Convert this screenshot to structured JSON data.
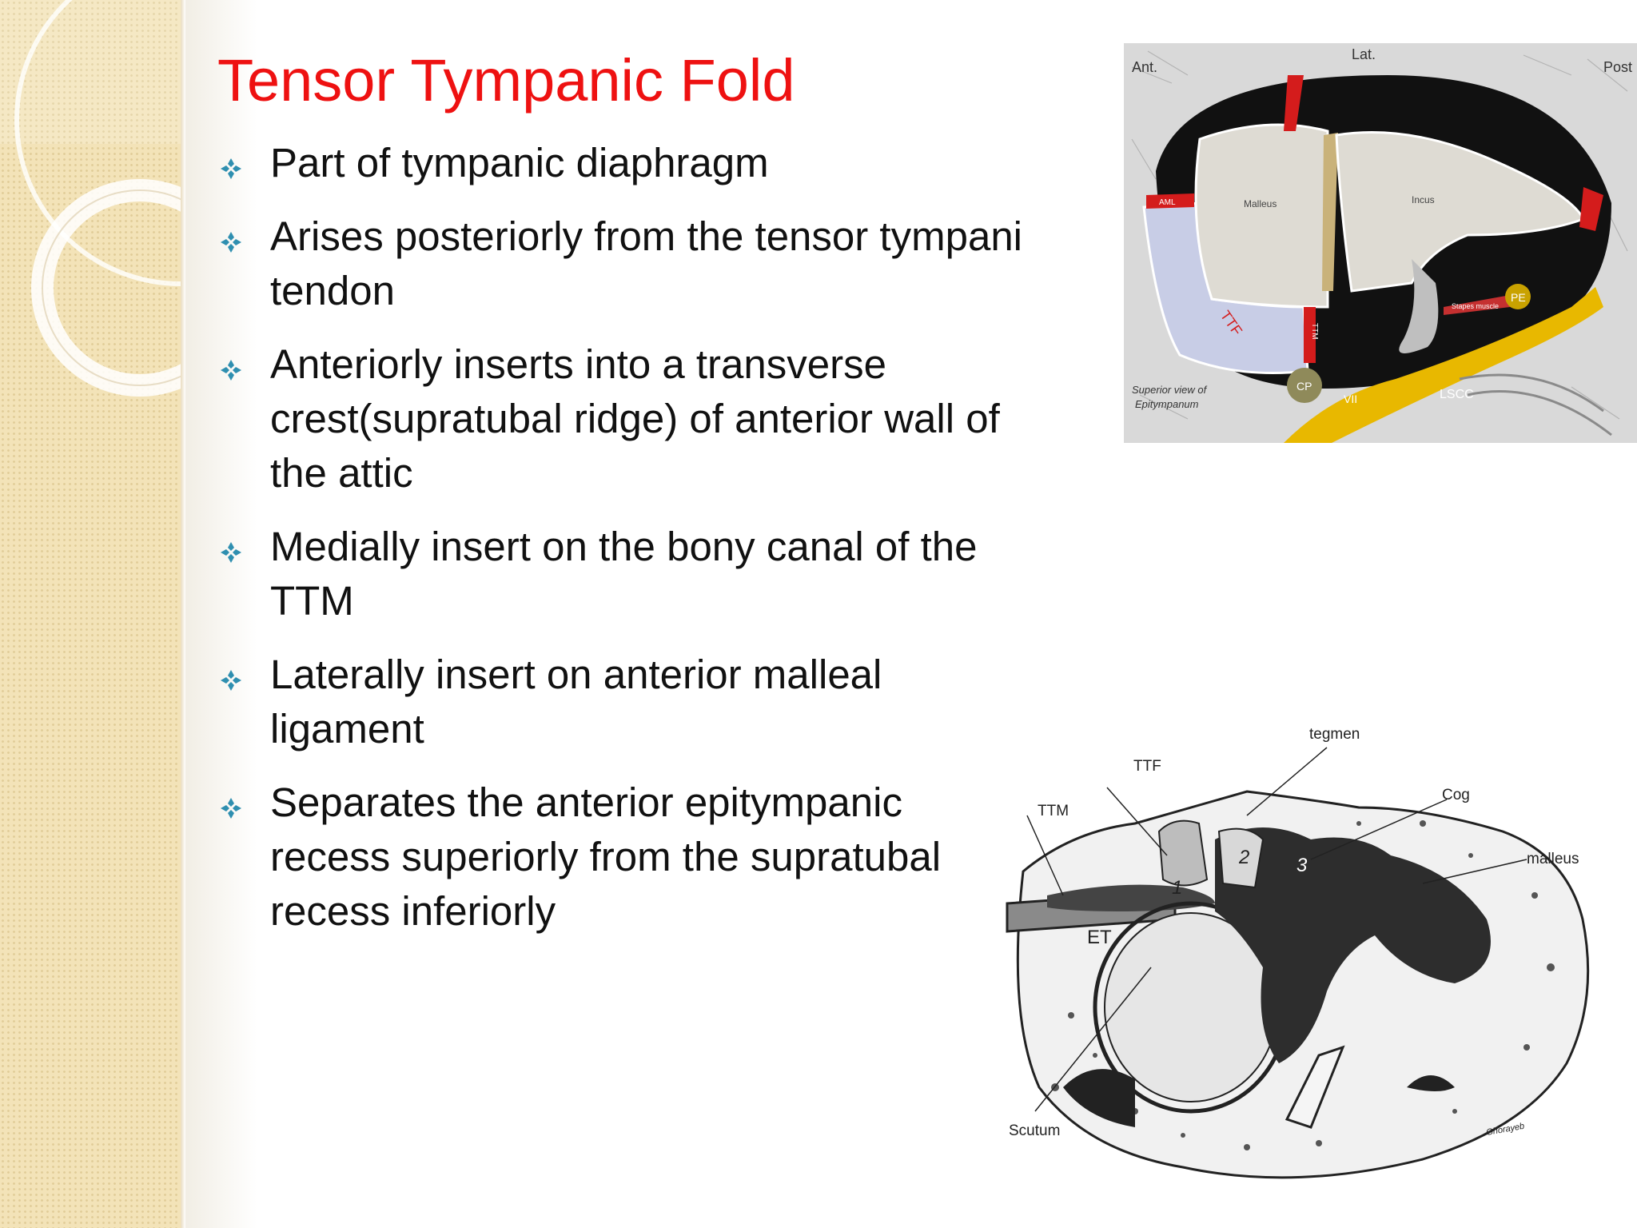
{
  "slide": {
    "title": "Tensor Tympanic Fold",
    "bullets": [
      {
        "lines": [
          "Part of tympanic diaphragm"
        ]
      },
      {
        "lines": [
          "Arises posteriorly from the tensor tympani",
          "tendon"
        ]
      },
      {
        "lines": [
          "Anteriorly inserts into a transverse",
          "crest(supratubal ridge) of anterior wall of",
          "the attic"
        ]
      },
      {
        "lines": [
          "Medially insert on the bony canal of the",
          "TTM"
        ]
      },
      {
        "lines": [
          "Laterally insert on anterior malleal",
          "ligament"
        ]
      },
      {
        "lines": [
          "Separates the anterior epitympanic",
          "recess superiorly from the supratubal",
          "recess inferiorly"
        ]
      }
    ],
    "bullet_icon": "diamond-bullet-icon",
    "colors": {
      "title": "#ee1111",
      "bullet": "#2f8fb0",
      "band": "#f3e3b8"
    }
  },
  "figure_top": {
    "labels": {
      "ant": "Ant.",
      "lat": "Lat.",
      "post": "Post",
      "malleus": "Malleus",
      "incus": "Incus",
      "aml": "AML",
      "ttf": "TTF",
      "ttm": "TTM",
      "cp": "CP",
      "pe": "PE",
      "vii": "VII",
      "lscc": "LSCC",
      "stapes_muscle": "Stapes muscle",
      "caption_1": "Superior view of",
      "caption_2": "Epitympanum"
    }
  },
  "figure_bottom": {
    "labels": {
      "tegmen": "tegmen",
      "ttf": "TTF",
      "cog": "Cog",
      "ttm": "TTM",
      "malleus": "malleus",
      "et": "ET",
      "scutum": "Scutum",
      "n1": "1",
      "n2": "2",
      "n3": "3",
      "signature": "Ghorayeb"
    }
  }
}
